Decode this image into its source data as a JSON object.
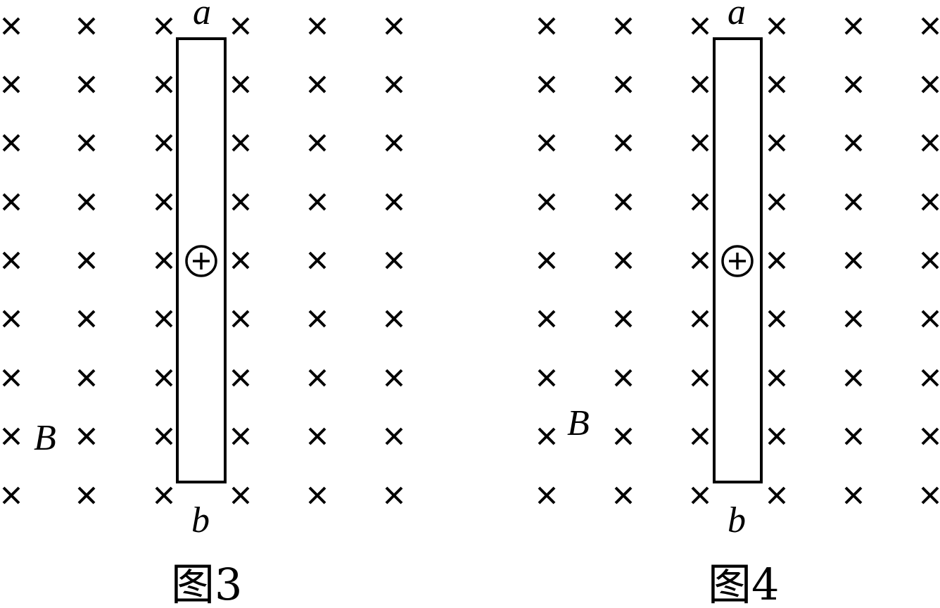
{
  "figures": [
    {
      "caption": "图3",
      "top_label": "a",
      "bottom_label": "b",
      "field_label": "B",
      "charge_symbol": "positive-charge"
    },
    {
      "caption": "图4",
      "top_label": "a",
      "bottom_label": "b",
      "field_label": "B",
      "charge_symbol": "positive-charge"
    }
  ],
  "field_direction": "into-page",
  "field_marker_icon": "cross-icon"
}
